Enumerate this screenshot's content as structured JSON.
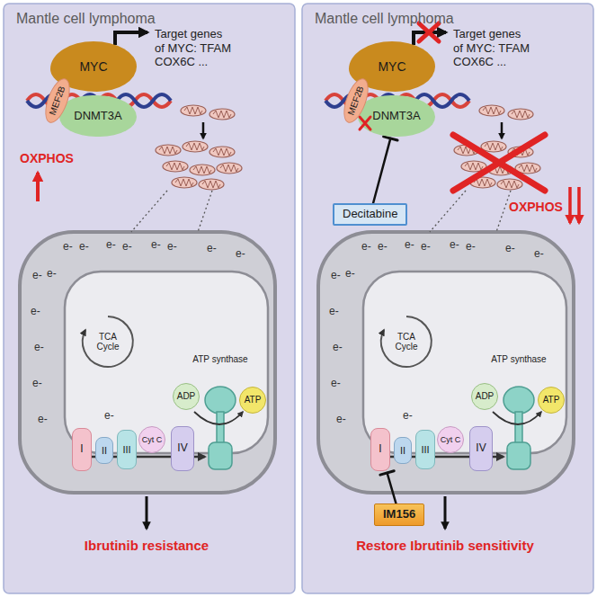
{
  "diagram": {
    "nodes": [
      {
        "text": [
          "Mantle cell lymphoma"
        ]
      },
      {
        "text": [
          "MYC"
        ],
        "in": 0
      },
      {
        "text": [
          "MEF2B"
        ],
        "in": 0
      },
      {
        "text": [
          "DNMT3A"
        ],
        "in": 0
      },
      {
        "text": [
          "I"
        ],
        "in": 0
      },
      {
        "text": [
          "II"
        ],
        "in": 0
      },
      {
        "text": [
          "III"
        ],
        "in": 0
      },
      {
        "text": [
          "Cyt C"
        ],
        "in": 0
      },
      {
        "text": [
          "IV"
        ],
        "in": 0
      },
      {
        "text": [
          "ADP"
        ],
        "in": 0
      },
      {
        "text": [
          "ATP"
        ],
        "in": 0
      },
      {
        "text": [
          "Mantle cell lymphoma"
        ]
      },
      {
        "text": [
          "MYC"
        ],
        "in": 11
      },
      {
        "text": [
          "MEF2B"
        ],
        "in": 11
      },
      {
        "text": [
          "DNMT3A"
        ],
        "in": 11
      },
      {
        "text": [
          "Decitabine"
        ],
        "in": 11
      },
      {
        "text": [
          "I"
        ],
        "in": 11
      },
      {
        "text": [
          "II"
        ],
        "in": 11
      },
      {
        "text": [
          "III"
        ],
        "in": 11
      },
      {
        "text": [
          "Cyt C"
        ],
        "in": 11
      },
      {
        "text": [
          "IV"
        ],
        "in": 11
      },
      {
        "text": [
          "ADP"
        ],
        "in": 11
      },
      {
        "text": [
          "ATP"
        ],
        "in": 11
      },
      {
        "text": [
          "IM156"
        ],
        "in": 11
      }
    ],
    "edges": [
      {
        "from": 15,
        "to": 14,
        "arrow": "to"
      },
      {
        "from": 23,
        "to": 16,
        "arrow": "to"
      }
    ],
    "labels": [
      "Target genes of MYC: TFAM COX6C ...",
      "OXPHOS",
      "TCA Cycle",
      "ATP synthase",
      "e-",
      "e-",
      "e-",
      "e-",
      "e-",
      "e-",
      "e-",
      "e-",
      "e-",
      "e-",
      "e-",
      "e-",
      "e-",
      "e-",
      "e-",
      "Ibrutinib resistance",
      "Target genes of MYC: TFAM COX6C ...",
      "OXPHOS",
      "TCA Cycle",
      "ATP synthase",
      "e-",
      "e-",
      "e-",
      "e-",
      "e-",
      "e-",
      "e-",
      "e-",
      "e-",
      "e-",
      "e-",
      "e-",
      "e-",
      "e-",
      "e-",
      "Restore Ibrutinib sensitivity"
    ]
  }
}
